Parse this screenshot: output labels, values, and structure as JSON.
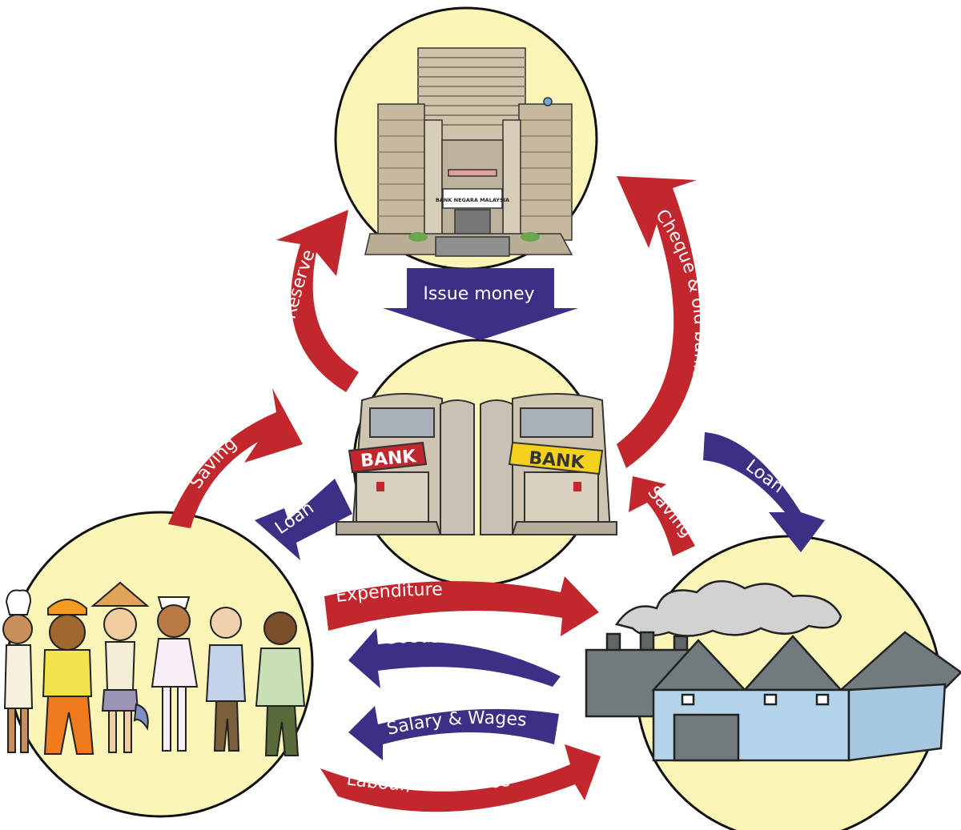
{
  "colors": {
    "circle_fill": "#fbf6b8",
    "outline": "#111111",
    "red_arrow": "#c1272d",
    "purple_arrow": "#3b2f86",
    "label_text": "#ffffff",
    "bank_sign_red": "#c1272d",
    "bank_sign_yellow": "#f4d21c",
    "factory_wall": "#b3d4ea",
    "factory_roof": "#707b7e",
    "smoke": "#d2d2d2",
    "building_stone": "#cbbfa9"
  },
  "nodes": {
    "central_bank": {
      "sign": "BANK NEGARA MALAYSIA"
    },
    "commercial_bank": {
      "sign_left": "BANK",
      "sign_right": "BANK"
    },
    "households": {
      "icon": "people-icon"
    },
    "firms": {
      "icon": "factory-icon"
    }
  },
  "flows": {
    "issue_money": "Issue money",
    "reserve": "Reserve",
    "cheque": "Cheque & old bank notes",
    "saving_households": "Saving",
    "loan_households": "Loan",
    "loan_firms": "Loan",
    "saving_firms": "Saving",
    "expenditure": "Expenditure",
    "goods_services": "Goods & Services",
    "salary_wages": "Salary & Wages",
    "labour": "Labour/ work force"
  }
}
